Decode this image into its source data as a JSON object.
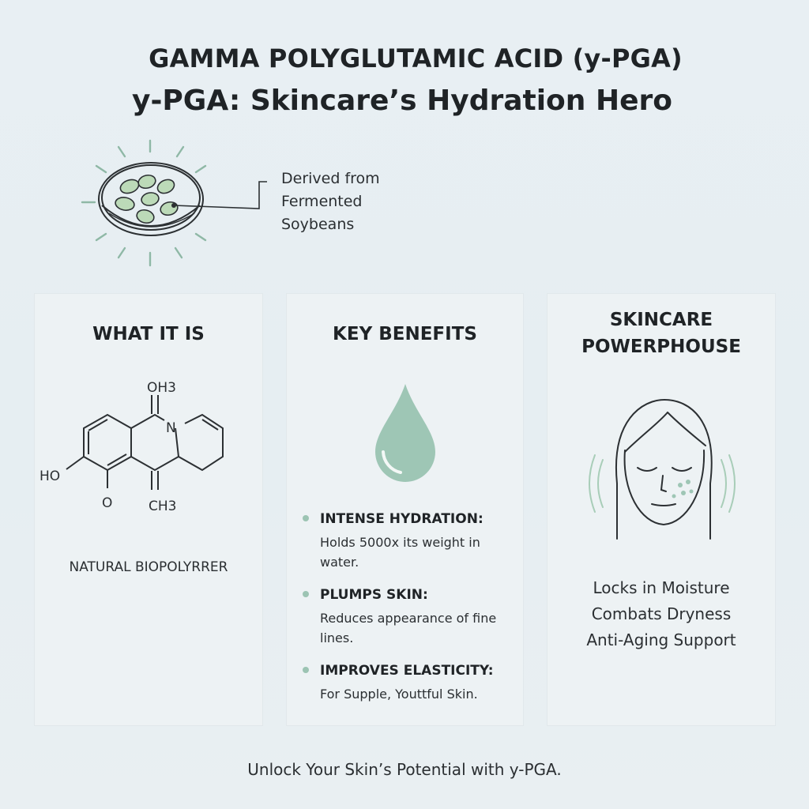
{
  "header": {
    "title": "GAMMA POLYGLUTAMIC ACID (y-PGA)",
    "subtitle": "y-PGA: Skincare’s Hydration Hero"
  },
  "hero": {
    "caption_lines": [
      "Derived from",
      "Fermented",
      "Soybeans"
    ],
    "icon": "fermented-soybeans-dish-icon"
  },
  "cards": {
    "what_it_is": {
      "title": "WHAT IT IS",
      "molecule_labels": {
        "top": "OH3",
        "nitrogen": "N",
        "left": "HO",
        "bottom_o": "O",
        "bottom": "CH3"
      },
      "caption": "NATURAL BIOPOLYRRER"
    },
    "key_benefits": {
      "title": "KEY BENEFITS",
      "items": [
        {
          "title": "INTENSE HYDRATION:",
          "desc": "Holds 5000x its weight in water."
        },
        {
          "title": "PLUMPS SKIN:",
          "desc": "Reduces appearance of fine lines."
        },
        {
          "title": "IMPROVES ELASTICITY:",
          "desc": "For Supple, Youttful Skin."
        }
      ]
    },
    "powerhouse": {
      "title": "SKINCARE\nPOWERPHOUSE",
      "items": [
        "Locks in Moisture",
        "Combats Dryness",
        "Anti-Aging Support"
      ]
    }
  },
  "footer": {
    "text": "Unlock Your Skin’s Potential with y-PGA."
  },
  "colors": {
    "accent_green": "#a8cdb8",
    "drop_green": "#9ec6b5",
    "line_dark": "#2c3033",
    "card_bg": "#edf2f4"
  }
}
